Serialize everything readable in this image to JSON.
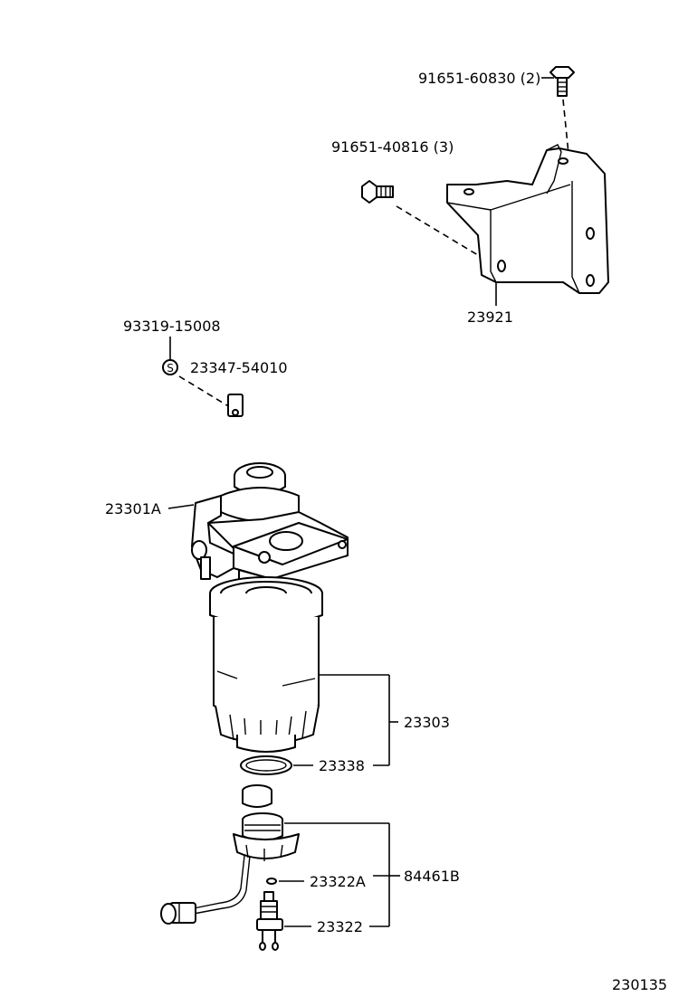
{
  "labels": {
    "bolt_upper": "91651-60830 (2)",
    "bolt_left": "91651-40816 (3)",
    "bracket": "23921",
    "clip_s": "93319-15008",
    "clip_part": "23347-54010",
    "filter_head": "23301A",
    "filter": "23303",
    "o_ring": "23338",
    "sensor_assy": "84461B",
    "ring_small": "23322A",
    "sensor": "23322",
    "s_mark": "S",
    "figure_code": "230135"
  }
}
